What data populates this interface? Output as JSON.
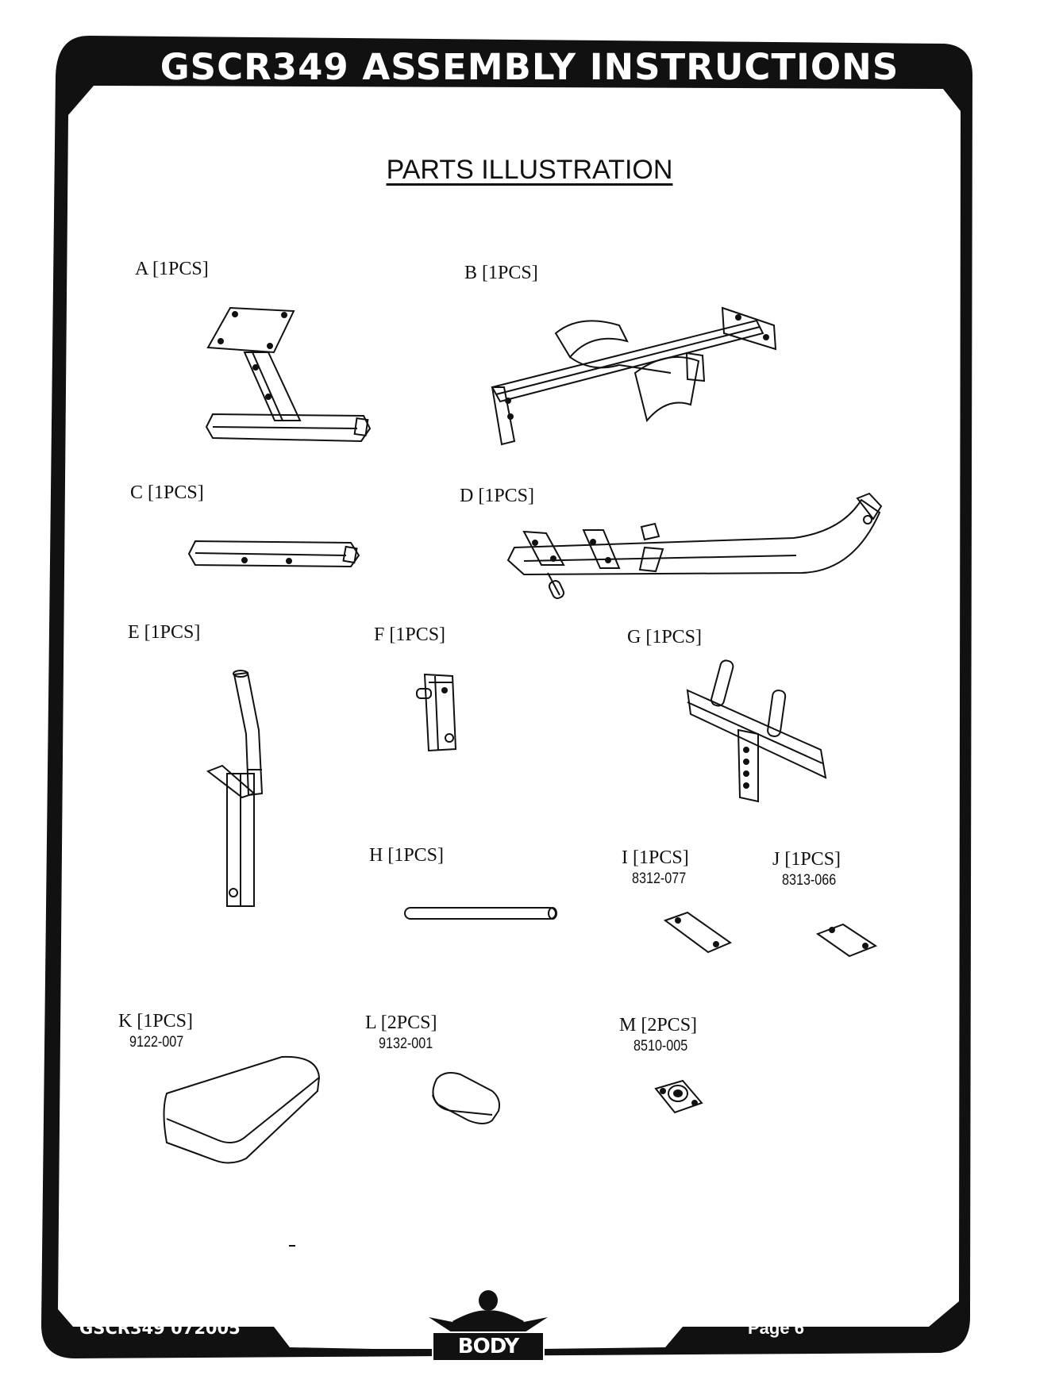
{
  "header": {
    "title": "GSCR349 ASSEMBLY INSTRUCTIONS"
  },
  "section_title": "PARTS ILLUSTRATION",
  "parts": [
    {
      "id": "A",
      "label": "A [1PCS]"
    },
    {
      "id": "B",
      "label": "B [1PCS]"
    },
    {
      "id": "C",
      "label": "C [1PCS]"
    },
    {
      "id": "D",
      "label": "D [1PCS]"
    },
    {
      "id": "E",
      "label": "E [1PCS]"
    },
    {
      "id": "F",
      "label": "F [1PCS]"
    },
    {
      "id": "G",
      "label": "G [1PCS]"
    },
    {
      "id": "H",
      "label": "H [1PCS]"
    },
    {
      "id": "I",
      "label": "I [1PCS]",
      "part_number": "8312-077"
    },
    {
      "id": "J",
      "label": "J [1PCS]",
      "part_number": "8313-066"
    },
    {
      "id": "K",
      "label": "K [1PCS]",
      "part_number": "9122-007"
    },
    {
      "id": "L",
      "label": "L [2PCS]",
      "part_number": "9132-001"
    },
    {
      "id": "M",
      "label": "M [2PCS]",
      "part_number": "8510-005"
    }
  ],
  "footer": {
    "doc_code": "GSCR349 072005",
    "page": "Page 6",
    "logo": "BODY SOLID"
  },
  "colors": {
    "frame": "#111111",
    "paper": "#ffffff"
  }
}
